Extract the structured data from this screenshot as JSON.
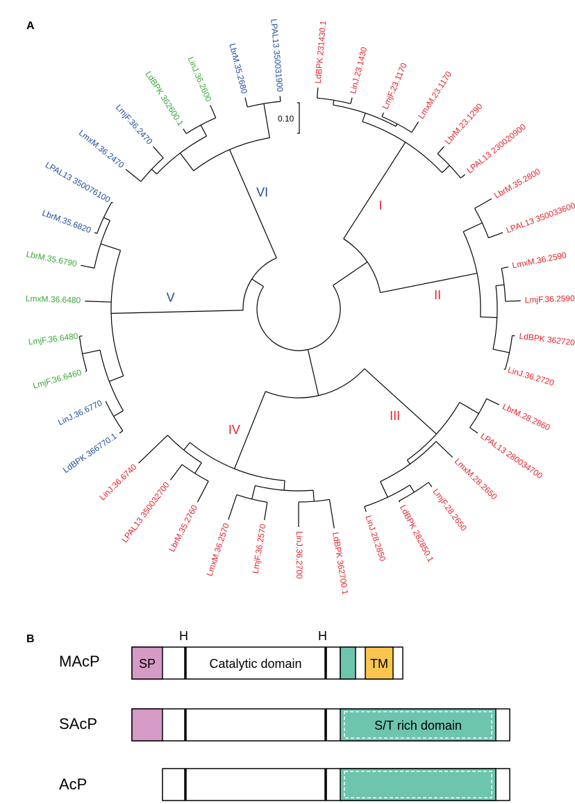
{
  "panels": {
    "a": "A",
    "b": "B"
  },
  "colors": {
    "red": "#e8222a",
    "blue": "#1f4d9b",
    "green": "#36a935",
    "sp": "#d59ac6",
    "st": "#6ec5ad",
    "tm": "#f8c64f"
  },
  "scale_label": "0.10",
  "clades": [
    {
      "id": "I",
      "label": "I",
      "color": "red"
    },
    {
      "id": "II",
      "label": "II",
      "color": "red"
    },
    {
      "id": "III",
      "label": "III",
      "color": "red"
    },
    {
      "id": "IV",
      "label": "IV",
      "color": "red"
    },
    {
      "id": "V",
      "label": "V",
      "color": "blue"
    },
    {
      "id": "VI",
      "label": "VI",
      "color": "blue"
    }
  ],
  "leaves": [
    {
      "label": "LdBPK 231430.1",
      "color": "red"
    },
    {
      "label": "LinJ.23.1430",
      "color": "red"
    },
    {
      "label": "LmjF.23.1170",
      "color": "red"
    },
    {
      "label": "LmxM.23.1170",
      "color": "red"
    },
    {
      "label": "LbrM.23.1290",
      "color": "red"
    },
    {
      "label": "LPAL13 230020900",
      "color": "red"
    },
    {
      "label": "LbrM.35.2800",
      "color": "red"
    },
    {
      "label": "LPAL13 350033600",
      "color": "red"
    },
    {
      "label": "LmxM.36.2590",
      "color": "red"
    },
    {
      "label": "LmjF.36.2590",
      "color": "red"
    },
    {
      "label": "LdBPK 362720.1",
      "color": "red"
    },
    {
      "label": "LinJ.36.2720",
      "color": "red"
    },
    {
      "label": "LbrM.28.2860",
      "color": "red"
    },
    {
      "label": "LPAL13 280034700",
      "color": "red"
    },
    {
      "label": "LmxM.28.2650",
      "color": "red"
    },
    {
      "label": "LmjF.28.2650",
      "color": "red"
    },
    {
      "label": "LdBPK 282850.1",
      "color": "red"
    },
    {
      "label": "LinJ.28.2850",
      "color": "red"
    },
    {
      "label": "LdBPK 362700.1",
      "color": "red"
    },
    {
      "label": "LinJ.36.2700",
      "color": "red"
    },
    {
      "label": "LmjF.36.2570",
      "color": "red"
    },
    {
      "label": "LmxM.36.2570",
      "color": "red"
    },
    {
      "label": "LbrM.35.2760",
      "color": "red"
    },
    {
      "label": "LPAL13 350032700",
      "color": "red"
    },
    {
      "label": "LinJ.36.6740",
      "color": "red"
    },
    {
      "label": "LdBPK 366770.1",
      "color": "blue"
    },
    {
      "label": "LinJ.36.6770",
      "color": "blue"
    },
    {
      "label": "LmjF.36.6460",
      "color": "green"
    },
    {
      "label": "LmjF.36.6480",
      "color": "green"
    },
    {
      "label": "LmxM.36.6480",
      "color": "green"
    },
    {
      "label": "LbrM.35.6790",
      "color": "green"
    },
    {
      "label": "LbrM.35.6820",
      "color": "blue"
    },
    {
      "label": "LPAL13 350076100",
      "color": "blue"
    },
    {
      "label": "LmxM.36.2470",
      "color": "blue"
    },
    {
      "label": "LmjF.36.2470",
      "color": "blue"
    },
    {
      "label": "LdBPK 362600.1",
      "color": "green"
    },
    {
      "label": "LinJ.36.2600",
      "color": "green"
    },
    {
      "label": "LbrM.35.2680",
      "color": "blue"
    },
    {
      "label": "LPAL13 350031900",
      "color": "blue"
    }
  ],
  "domains": {
    "h_marks": [
      "H",
      "H"
    ],
    "rows": [
      {
        "name": "MAcP",
        "color": "red",
        "sp": "SP",
        "catalytic": "Catalytic domain",
        "tm": "TM"
      },
      {
        "name": "SAcP",
        "color": "blue",
        "st": "S/T rich domain"
      },
      {
        "name": "AcP",
        "color": "green"
      }
    ]
  }
}
